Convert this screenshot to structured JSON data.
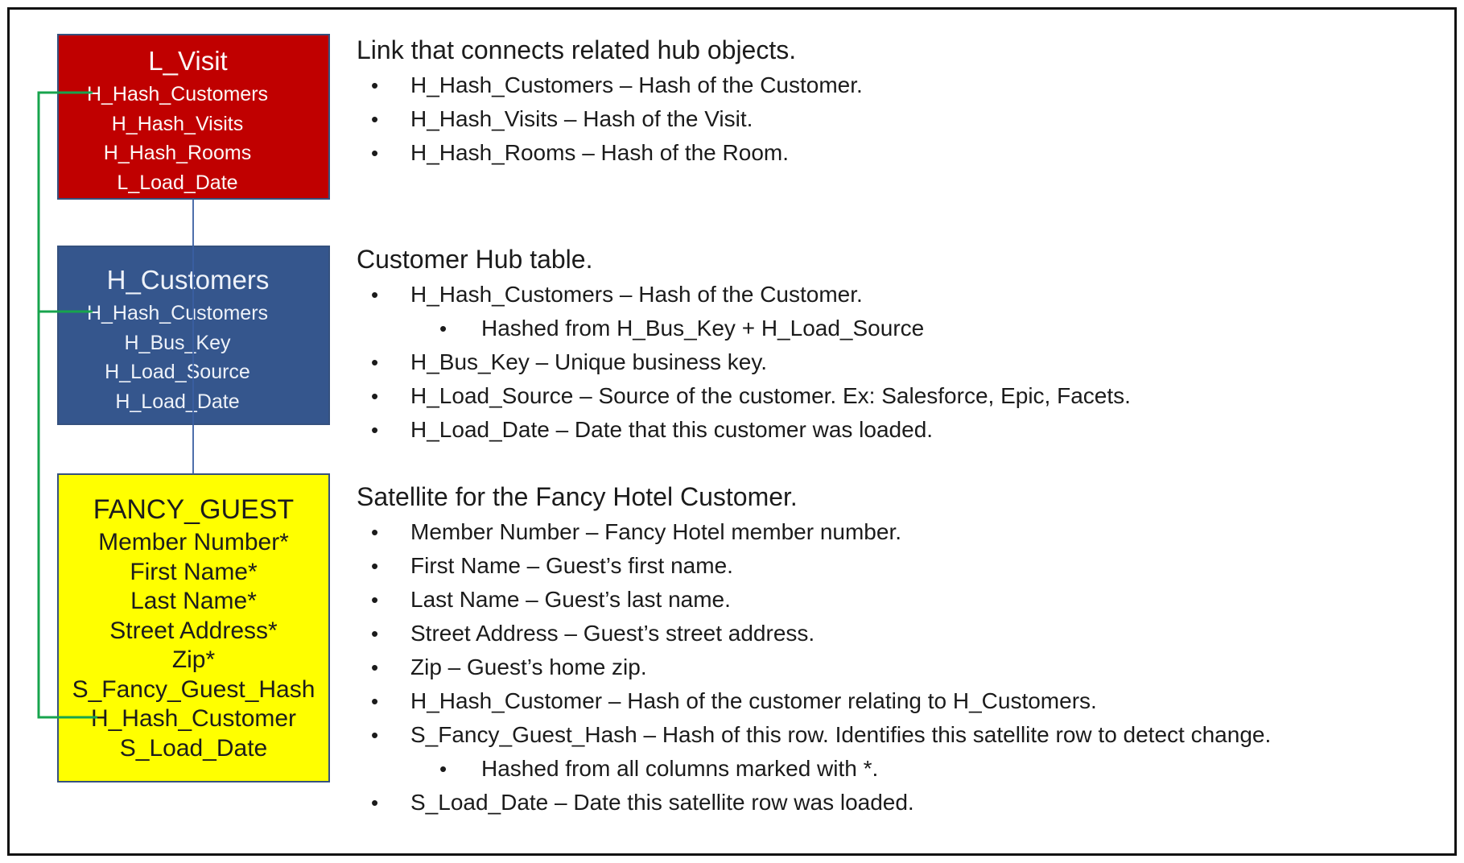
{
  "diagram": {
    "border_color": "#35517e",
    "entities": [
      {
        "id": "l-visit",
        "title": "L_Visit",
        "fill": "#c00000",
        "text_color": "#fdf8f7",
        "fields": [
          "H_Hash_Customers",
          "H_Hash_Visits",
          "H_Hash_Rooms",
          "L_Load_Date"
        ]
      },
      {
        "id": "h-customers",
        "title": "H_Customers",
        "fill": "#35568d",
        "text_color": "#eef2f9",
        "fields": [
          "H_Hash_Customers",
          "H_Bus_Key",
          "H_Load_Source",
          "H_Load_Date"
        ]
      },
      {
        "id": "fancy-guest",
        "title": "FANCY_GUEST",
        "fill": "#ffff00",
        "text_color": "#1c1c1c",
        "fields": [
          "Member Number*",
          "First Name*",
          "Last Name*",
          "Street Address*",
          "Zip*",
          "S_Fancy_Guest_Hash",
          "H_Hash_Customer",
          "S_Load_Date"
        ]
      }
    ],
    "connectors": {
      "hash_link_color": "#17a44d",
      "hierarchy_color": "#3a5fa2"
    }
  },
  "notes": [
    {
      "heading": "Link that connects related hub objects.",
      "bullets": [
        {
          "level": 1,
          "text": "H_Hash_Customers – Hash of the Customer."
        },
        {
          "level": 1,
          "text": "H_Hash_Visits – Hash of the Visit."
        },
        {
          "level": 1,
          "text": "H_Hash_Rooms – Hash of the Room."
        }
      ]
    },
    {
      "heading": "Customer Hub table.",
      "bullets": [
        {
          "level": 1,
          "text": "H_Hash_Customers – Hash of the Customer."
        },
        {
          "level": 2,
          "text": "Hashed from H_Bus_Key + H_Load_Source"
        },
        {
          "level": 1,
          "text": "H_Bus_Key – Unique business key."
        },
        {
          "level": 1,
          "text": "H_Load_Source – Source of the customer. Ex: Salesforce, Epic, Facets."
        },
        {
          "level": 1,
          "text": "H_Load_Date – Date that this customer was loaded."
        }
      ]
    },
    {
      "heading": "Satellite for the Fancy Hotel Customer.",
      "bullets": [
        {
          "level": 1,
          "text": "Member Number – Fancy Hotel member number."
        },
        {
          "level": 1,
          "text": "First Name – Guest’s first name."
        },
        {
          "level": 1,
          "text": "Last Name – Guest’s last name."
        },
        {
          "level": 1,
          "text": "Street Address – Guest’s street address."
        },
        {
          "level": 1,
          "text": "Zip – Guest’s home zip."
        },
        {
          "level": 1,
          "text": "H_Hash_Customer – Hash of the customer relating to H_Customers."
        },
        {
          "level": 1,
          "text": "S_Fancy_Guest_Hash – Hash of this row. Identifies this satellite row to detect change."
        },
        {
          "level": 2,
          "text": "Hashed from all columns marked with *."
        },
        {
          "level": 1,
          "text": "S_Load_Date – Date this satellite row was loaded."
        }
      ]
    }
  ]
}
